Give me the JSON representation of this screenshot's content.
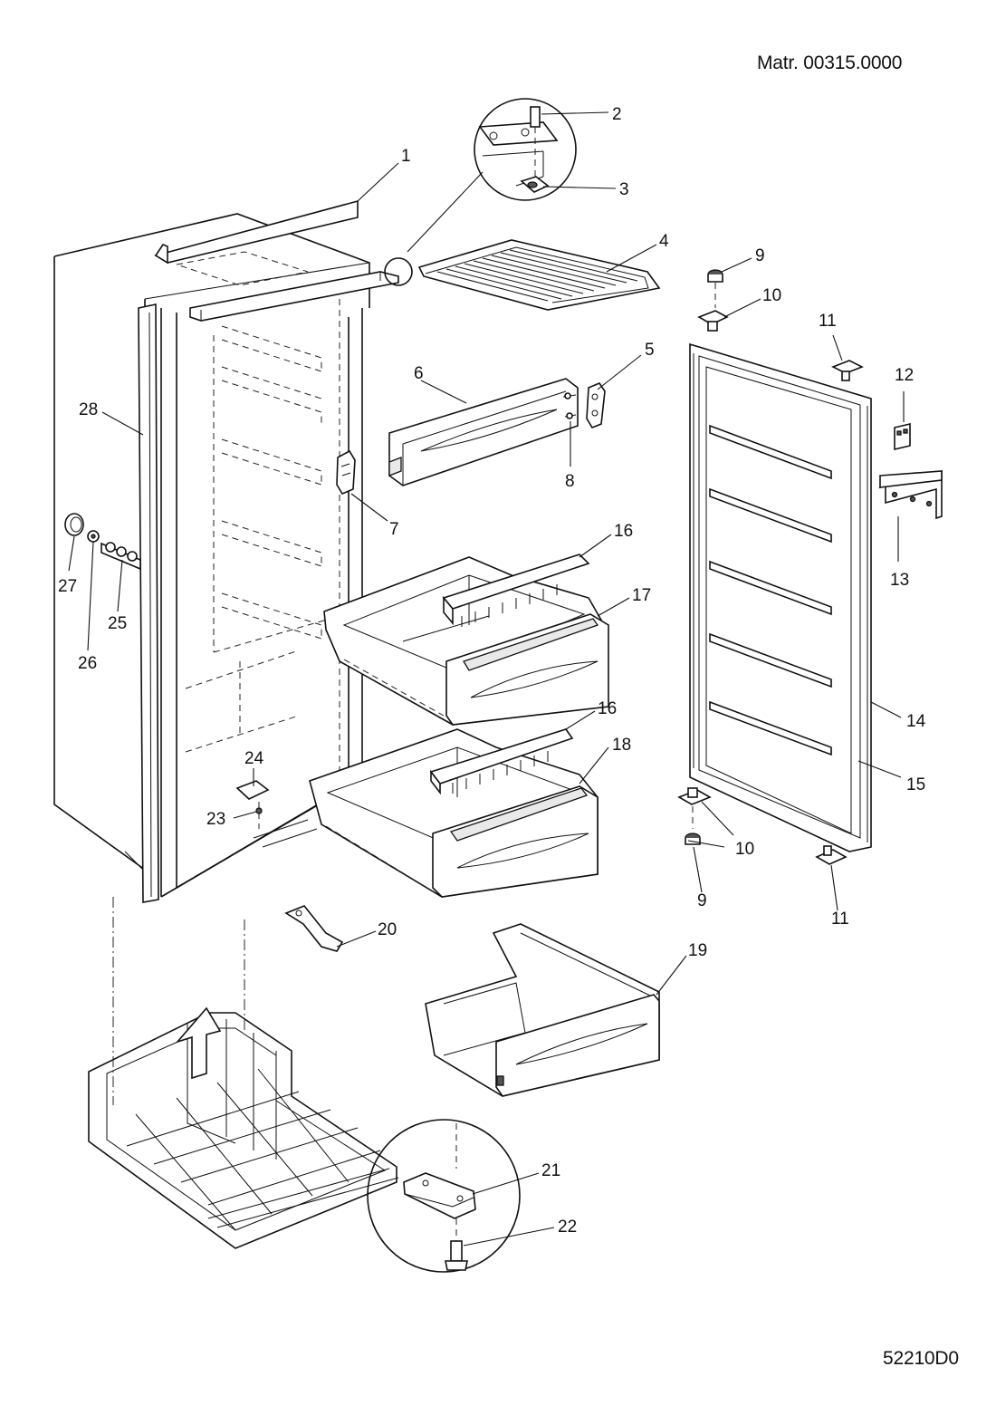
{
  "header": {
    "material_number": "Matr. 00315.0000",
    "drawing_id": "52210D0"
  },
  "callouts": {
    "c1": "1",
    "c2": "2",
    "c3": "3",
    "c4": "4",
    "c5": "5",
    "c6": "6",
    "c7": "7",
    "c8": "8",
    "c9a": "9",
    "c9b": "9",
    "c10a": "10",
    "c10b": "10",
    "c11a": "11",
    "c11b": "11",
    "c12": "12",
    "c13": "13",
    "c14": "14",
    "c15": "15",
    "c16a": "16",
    "c16b": "16",
    "c17": "17",
    "c18": "18",
    "c19": "19",
    "c20": "20",
    "c21": "21",
    "c22": "22",
    "c23": "23",
    "c24": "24",
    "c25": "25",
    "c26": "26",
    "c27": "27",
    "c28": "28"
  }
}
